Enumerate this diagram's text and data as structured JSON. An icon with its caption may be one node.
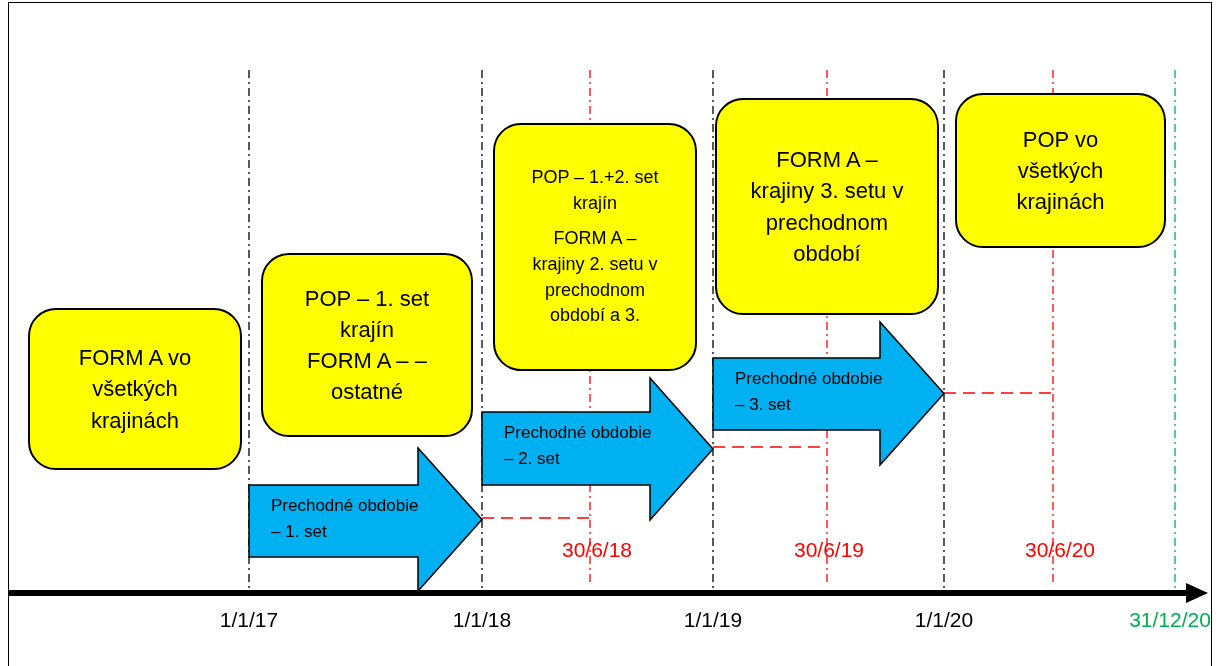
{
  "diagram": {
    "nodes": [
      {
        "text": [
          "FORM A vo všetkých krajinách"
        ]
      },
      {
        "text": [
          "POP – 1. set krajín",
          "FORM A – – ostatné"
        ]
      },
      {
        "text": [
          "POP – 1.+2. set krajín",
          "FORM A – krajiny 2. setu v prechodnom období a 3."
        ]
      },
      {
        "text": [
          "FORM A – krajiny 3. setu v prechodnom období"
        ]
      },
      {
        "text": [
          "POP vo všetkých krajinách"
        ]
      },
      {
        "text": [
          "Prechodné obdobie – 1. set"
        ]
      },
      {
        "text": [
          "Prechodné obdobie – 2. set"
        ]
      },
      {
        "text": [
          "Prechodné obdobie – 3. set"
        ]
      }
    ],
    "labels": [
      "30/6/18",
      "30/6/19",
      "30/6/20",
      "1/1/17",
      "1/1/18",
      "1/1/19",
      "1/1/20",
      "31/12/20"
    ]
  }
}
